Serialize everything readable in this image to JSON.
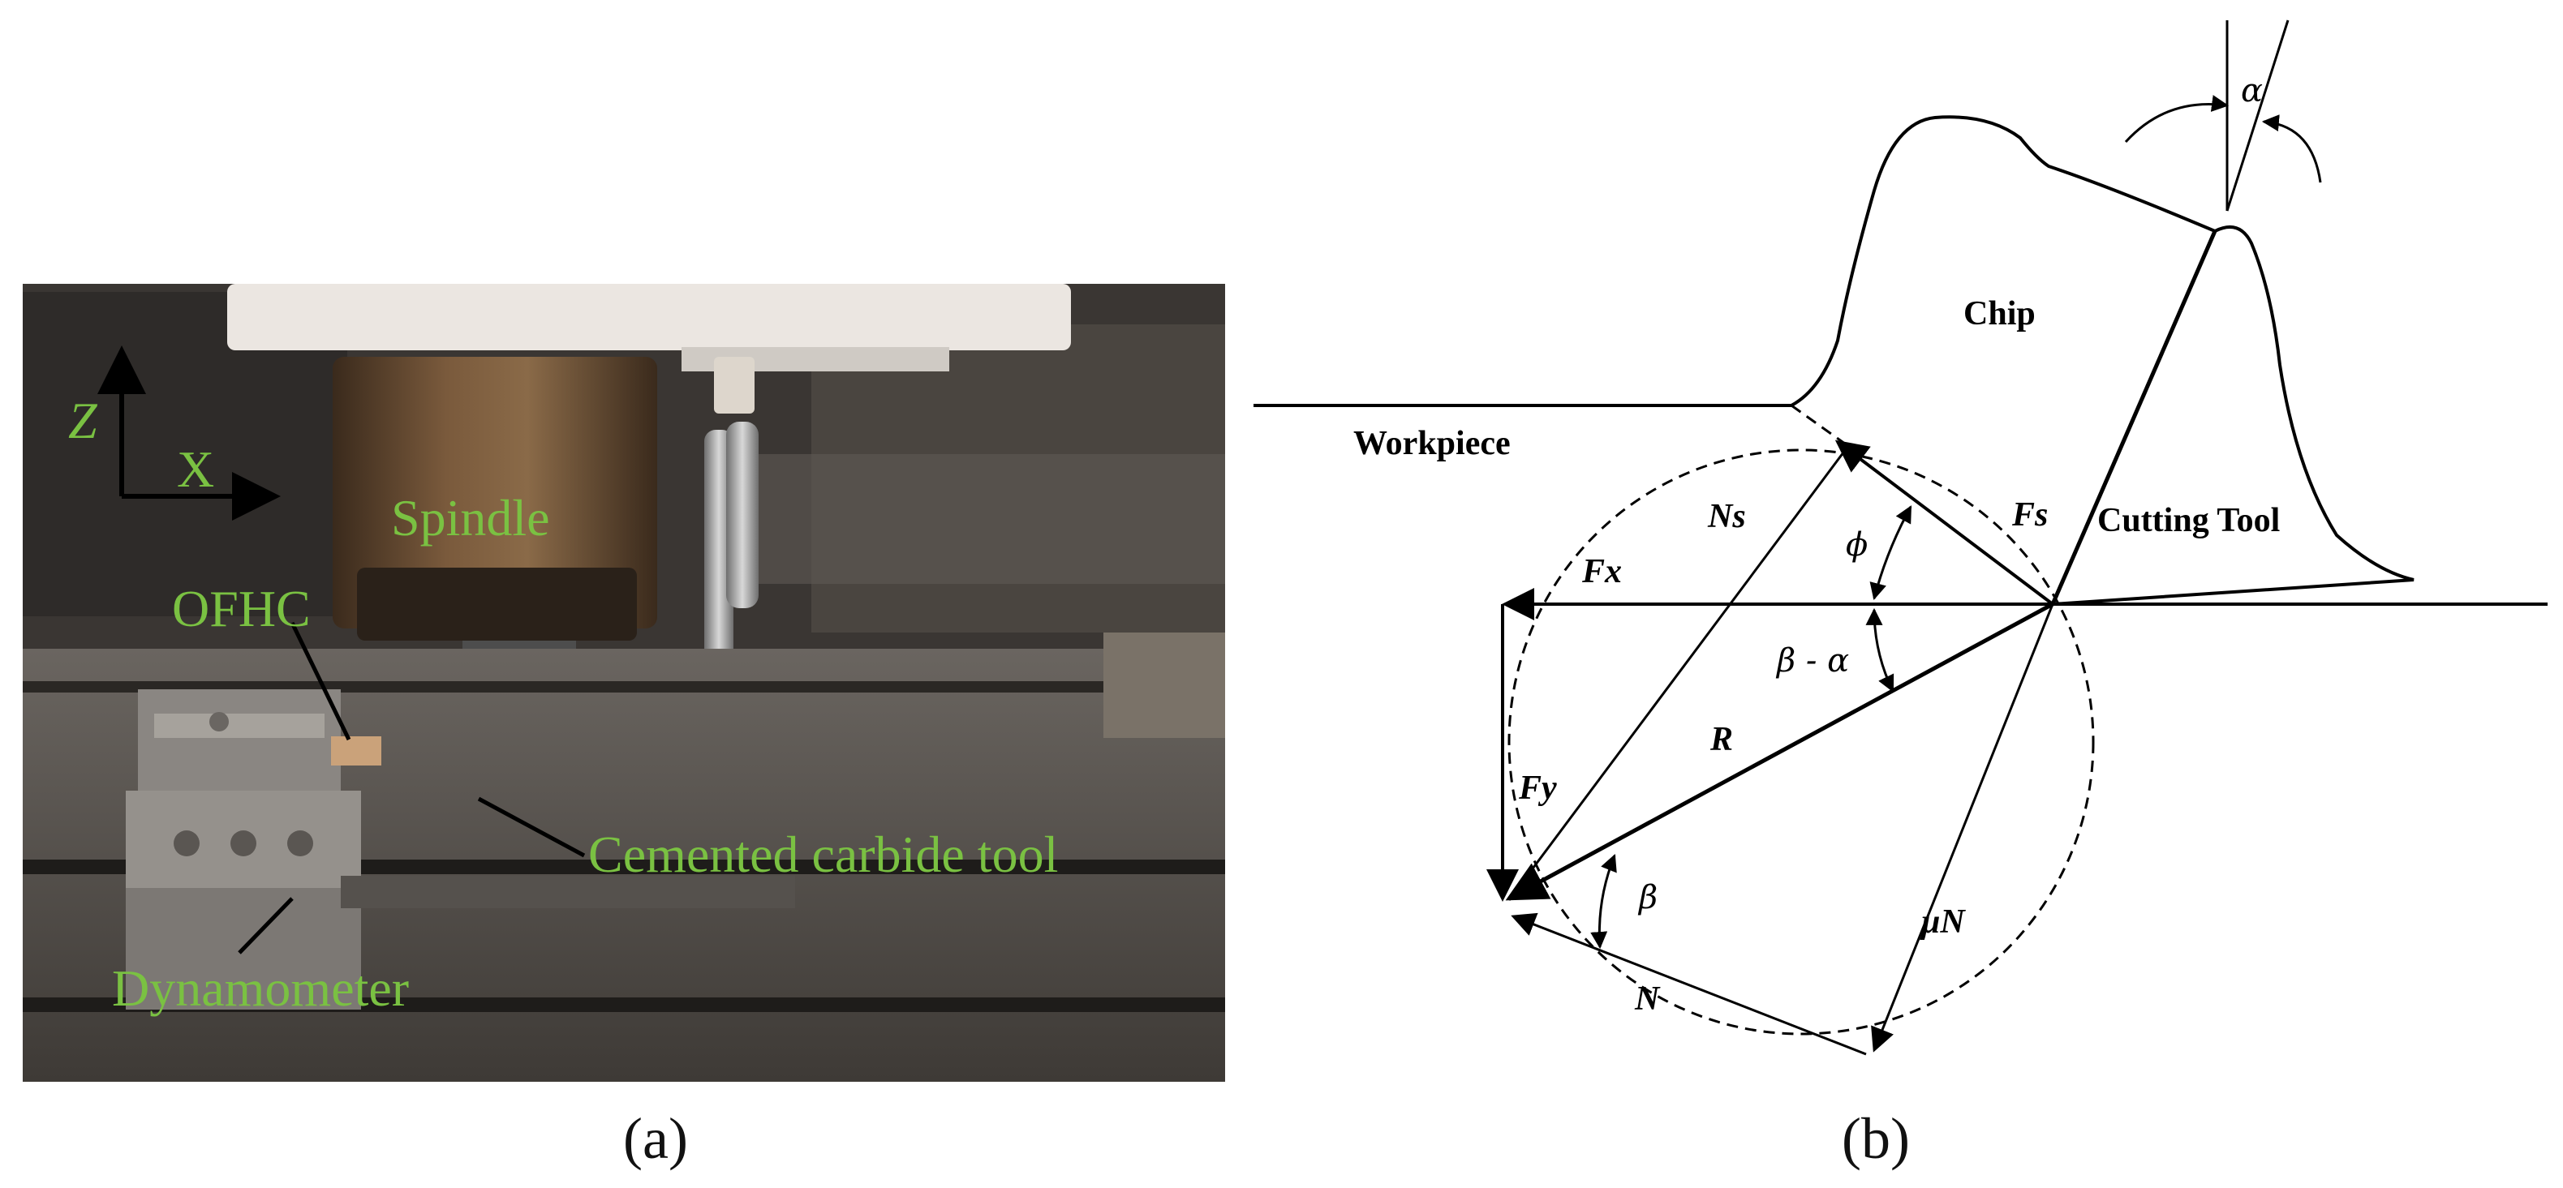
{
  "panel_a": {
    "caption": "(a)",
    "axis_z": "Z",
    "axis_x": "X",
    "label_spindle": "Spindle",
    "label_ofhc": "OFHC",
    "label_tool": "Cemented carbide tool",
    "label_dynamometer": "Dynamometer",
    "label_color": "#7ac142"
  },
  "panel_b": {
    "caption": "(b)",
    "label_chip": "Chip",
    "label_workpiece": "Workpiece",
    "label_cutting_tool": "Cutting Tool",
    "label_ns": "Ns",
    "label_fs": "Fs",
    "label_fx": "Fx",
    "label_fy": "Fy",
    "label_r": "R",
    "label_n": "N",
    "label_mun": "μN",
    "label_phi": "ϕ",
    "label_beta_alpha": "β - α",
    "label_beta": "β",
    "label_alpha": "α"
  }
}
